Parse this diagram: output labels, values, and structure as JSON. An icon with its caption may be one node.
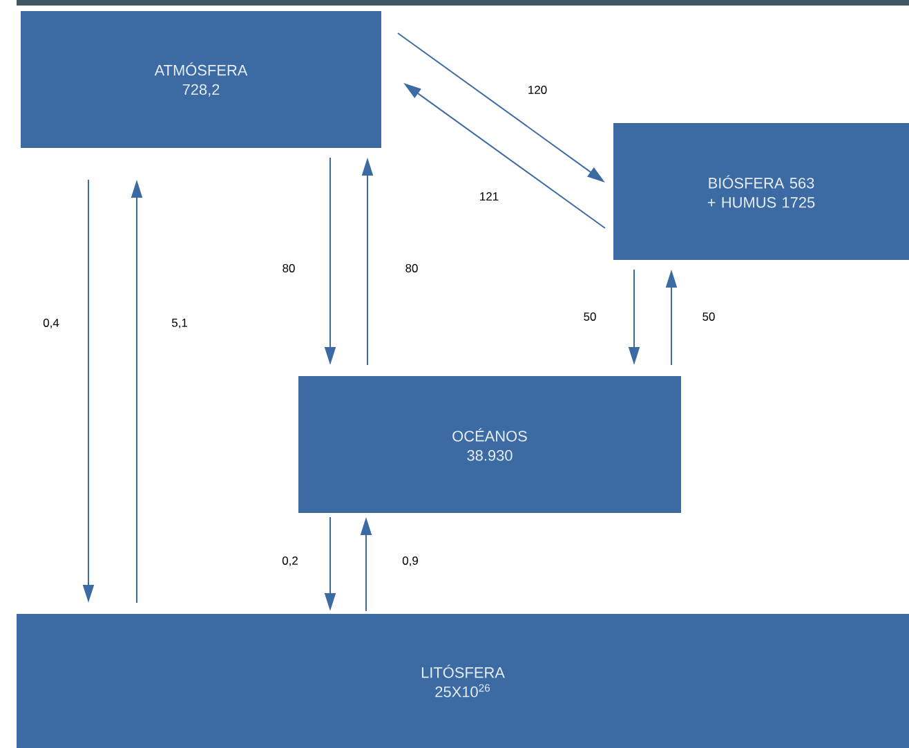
{
  "diagram": {
    "nodes": [
      {
        "text": [
          "ATMÓSFERA 728,2"
        ]
      },
      {
        "text": [
          "BIÓSFERA 563 + HUMUS 1725"
        ]
      },
      {
        "text": [
          "OCÉANOS 38.930"
        ]
      },
      {
        "text": [
          "LITÓSFERA 25X10$^{26}$"
        ]
      }
    ],
    "edges": [
      {
        "from": 0,
        "to": 1,
        "arrow": "to",
        "label": "120"
      },
      {
        "from": 1,
        "to": 0,
        "arrow": "to",
        "label": "121"
      },
      {
        "from": 0,
        "to": 2,
        "arrow": "to",
        "label": "80"
      },
      {
        "from": 2,
        "to": 0,
        "arrow": "to",
        "label": "80"
      },
      {
        "from": 0,
        "to": 3,
        "arrow": "to",
        "label": "0,4"
      },
      {
        "from": 3,
        "to": 0,
        "arrow": "to",
        "label": "5,1"
      },
      {
        "from": 1,
        "to": 2,
        "arrow": "to",
        "label": "50"
      },
      {
        "from": 2,
        "to": 1,
        "arrow": "to",
        "label": "50"
      },
      {
        "from": 2,
        "to": 3,
        "arrow": "to",
        "label": "0,2"
      },
      {
        "from": 3,
        "to": 2,
        "arrow": "to",
        "label": "0,9"
      }
    ]
  }
}
